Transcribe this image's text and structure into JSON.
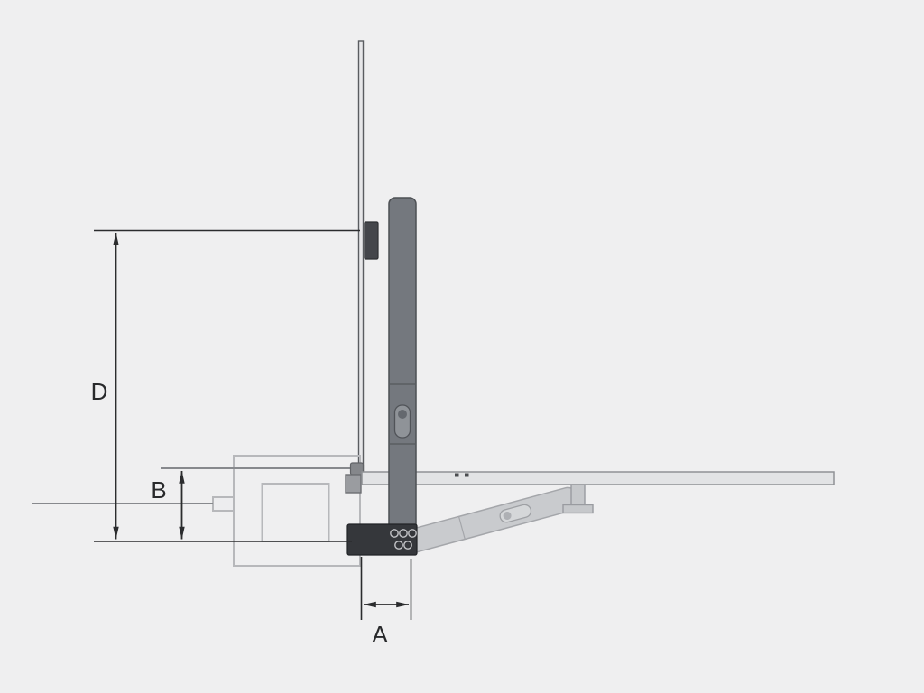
{
  "diagram": {
    "labels": {
      "d": "D",
      "b": "B",
      "a": "A"
    },
    "colors": {
      "background": "#efeff0",
      "dimension_line": "#2b2c2e",
      "label_text": "#28292b",
      "mast_fill": "#74787e",
      "mast_stroke": "#4d5054",
      "ghost_arm_fill": "#c9cbce",
      "ghost_arm_stroke": "#a4a6aa",
      "platform_fill": "#e2e3e5",
      "platform_stroke": "#8f9195",
      "hinge_fill": "#35373b",
      "wall_bracket_fill": "#44464b",
      "phantom_outline": "#b7b8bb",
      "guide_line": "#87898d"
    }
  }
}
